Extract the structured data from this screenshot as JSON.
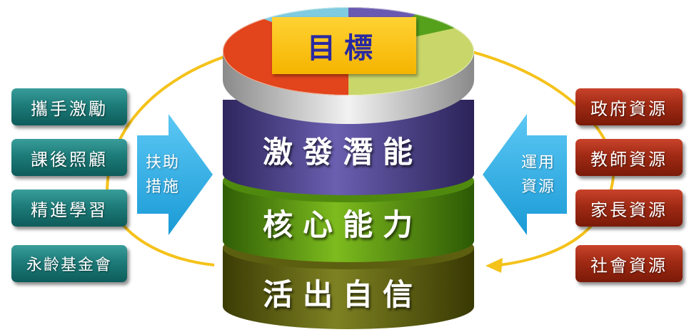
{
  "goal": "目標",
  "layers": [
    "激發潛能",
    "核心能力",
    "活出自信"
  ],
  "left_boxes": [
    "攜手激勵",
    "課後照顧",
    "精進學習",
    "永齡基金會"
  ],
  "right_boxes": [
    "政府資源",
    "教師資源",
    "家長資源",
    "社會資源"
  ],
  "left_arrow": {
    "line1": "扶助",
    "line2": "措施"
  },
  "right_arrow": {
    "line1": "運用",
    "line2": "資源"
  },
  "colors": {
    "teal": "#1d7c79",
    "red": "#a02a14",
    "purple": "#5a4e9c",
    "green": "#6aa51c",
    "olive": "#6b6d18",
    "arrow": "#29aee8",
    "ring": "#f5c21b",
    "goal_bg": "#f5b400",
    "goal_text": "#2a2aa0"
  }
}
